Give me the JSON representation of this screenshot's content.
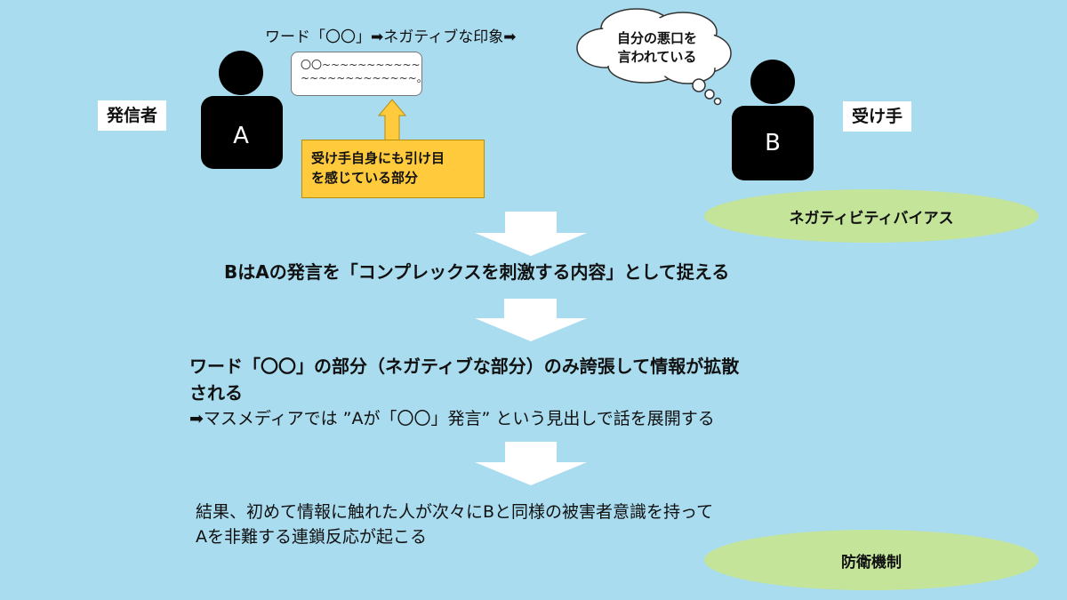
{
  "top_sentence": "ワード「〇〇」➡ネガティブな印象➡",
  "speech_bubble": "〇〇~~~~~~~~~~~\n~~~~~~~~~~~~~。",
  "thought_bubble": [
    "自分の悪口を",
    "言われている"
  ],
  "speaker_label": "発信者",
  "receiver_label": "受け手",
  "person_a": "A",
  "person_b": "B",
  "yellow_note": [
    "受け手自身にも引け目",
    "を感じている部分"
  ],
  "ellipse_negativity": "ネガティビティバイアス",
  "step1": "BはAの発言を「コンプレックスを刺激する内容」として捉える",
  "step2_bold": [
    "ワード「〇〇」の部分（ネガティブな部分）のみ誇張して情報が拡散",
    "される"
  ],
  "step2_plain": "➡マスメディアでは ”Aが「〇〇」発言” という見出しで話を展開する",
  "step3": [
    "結果、初めて情報に触れた人が次々にBと同様の被害者意識を持って",
    "Aを非難する連鎖反応が起こる"
  ],
  "ellipse_defense": "防衛機制",
  "colors": {
    "background": "#a9dcef",
    "person": "#000000",
    "note": "#ffcb3d",
    "ellipse": "#c4e49a",
    "arrow": "#ffffff",
    "up_arrow": "#ffcb3d"
  }
}
